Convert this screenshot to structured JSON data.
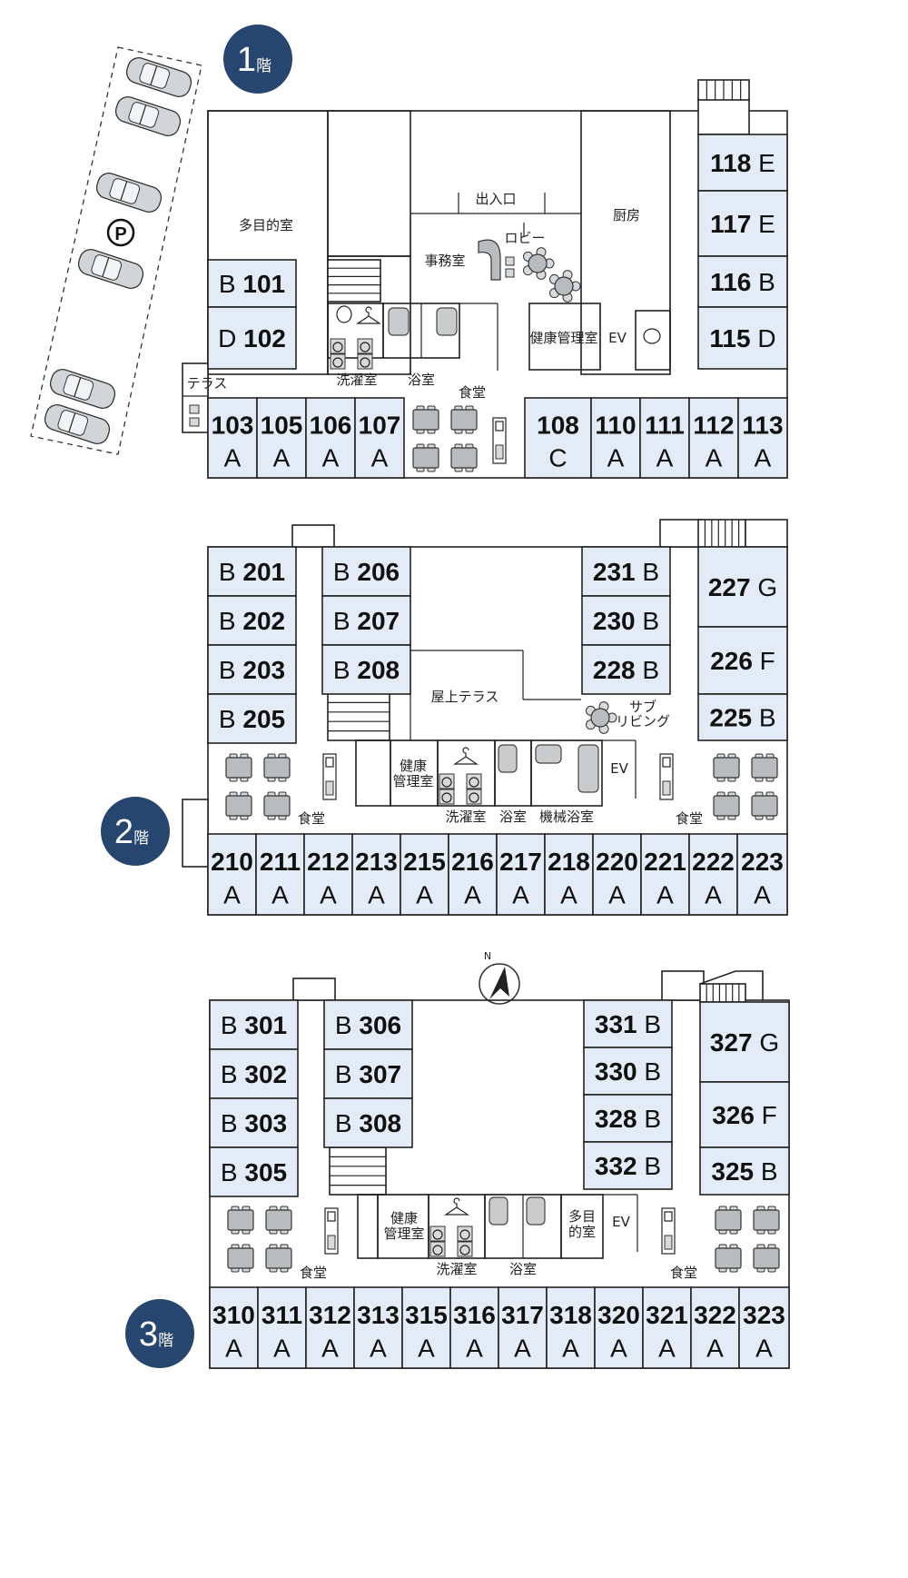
{
  "floors": [
    {
      "badge": {
        "number": "1",
        "suffix": "階"
      },
      "labels": {
        "multipurpose": "多目的室",
        "office": "事務室",
        "entrance": "出入口",
        "lobby": "ロビー",
        "kitchen": "厨房",
        "health": "健康管理室",
        "ev": "EV",
        "laundry": "洗濯室",
        "bath": "浴室",
        "dining": "食堂",
        "terrace": "テラス"
      },
      "rooms": [
        {
          "num": "101",
          "type": "B"
        },
        {
          "num": "102",
          "type": "D"
        },
        {
          "num": "118",
          "type": "E"
        },
        {
          "num": "117",
          "type": "E"
        },
        {
          "num": "116",
          "type": "B"
        },
        {
          "num": "115",
          "type": "D"
        },
        {
          "num": "103",
          "type": "A"
        },
        {
          "num": "105",
          "type": "A"
        },
        {
          "num": "106",
          "type": "A"
        },
        {
          "num": "107",
          "type": "A"
        },
        {
          "num": "108",
          "type": "C"
        },
        {
          "num": "110",
          "type": "A"
        },
        {
          "num": "111",
          "type": "A"
        },
        {
          "num": "112",
          "type": "A"
        },
        {
          "num": "113",
          "type": "A"
        }
      ]
    },
    {
      "badge": {
        "number": "2",
        "suffix": "階"
      },
      "labels": {
        "roof_terrace": "屋上テラス",
        "sub_living": "サブ\nリビング",
        "health": "健康\n管理室",
        "laundry": "洗濯室",
        "bath": "浴室",
        "mech_bath": "機械浴室",
        "ev": "EV",
        "dining_left": "食堂",
        "dining_right": "食堂"
      },
      "rooms": [
        {
          "num": "201",
          "type": "B"
        },
        {
          "num": "202",
          "type": "B"
        },
        {
          "num": "203",
          "type": "B"
        },
        {
          "num": "205",
          "type": "B"
        },
        {
          "num": "206",
          "type": "B"
        },
        {
          "num": "207",
          "type": "B"
        },
        {
          "num": "208",
          "type": "B"
        },
        {
          "num": "231",
          "type": "B"
        },
        {
          "num": "230",
          "type": "B"
        },
        {
          "num": "228",
          "type": "B"
        },
        {
          "num": "227",
          "type": "G"
        },
        {
          "num": "226",
          "type": "F"
        },
        {
          "num": "225",
          "type": "B"
        },
        {
          "num": "210",
          "type": "A"
        },
        {
          "num": "211",
          "type": "A"
        },
        {
          "num": "212",
          "type": "A"
        },
        {
          "num": "213",
          "type": "A"
        },
        {
          "num": "215",
          "type": "A"
        },
        {
          "num": "216",
          "type": "A"
        },
        {
          "num": "217",
          "type": "A"
        },
        {
          "num": "218",
          "type": "A"
        },
        {
          "num": "220",
          "type": "A"
        },
        {
          "num": "221",
          "type": "A"
        },
        {
          "num": "222",
          "type": "A"
        },
        {
          "num": "223",
          "type": "A"
        }
      ]
    },
    {
      "badge": {
        "number": "3",
        "suffix": "階"
      },
      "labels": {
        "health": "健康\n管理室",
        "laundry": "洗濯室",
        "bath": "浴室",
        "multipurpose": "多目\n的室",
        "ev": "EV",
        "dining_left": "食堂",
        "dining_right": "食堂"
      },
      "rooms": [
        {
          "num": "301",
          "type": "B"
        },
        {
          "num": "302",
          "type": "B"
        },
        {
          "num": "303",
          "type": "B"
        },
        {
          "num": "305",
          "type": "B"
        },
        {
          "num": "306",
          "type": "B"
        },
        {
          "num": "307",
          "type": "B"
        },
        {
          "num": "308",
          "type": "B"
        },
        {
          "num": "331",
          "type": "B"
        },
        {
          "num": "330",
          "type": "B"
        },
        {
          "num": "328",
          "type": "B"
        },
        {
          "num": "332",
          "type": "B"
        },
        {
          "num": "327",
          "type": "G"
        },
        {
          "num": "326",
          "type": "F"
        },
        {
          "num": "325",
          "type": "B"
        },
        {
          "num": "310",
          "type": "A"
        },
        {
          "num": "311",
          "type": "A"
        },
        {
          "num": "312",
          "type": "A"
        },
        {
          "num": "313",
          "type": "A"
        },
        {
          "num": "315",
          "type": "A"
        },
        {
          "num": "316",
          "type": "A"
        },
        {
          "num": "317",
          "type": "A"
        },
        {
          "num": "318",
          "type": "A"
        },
        {
          "num": "320",
          "type": "A"
        },
        {
          "num": "321",
          "type": "A"
        },
        {
          "num": "322",
          "type": "A"
        },
        {
          "num": "323",
          "type": "A"
        }
      ]
    }
  ],
  "parking_symbol": "P",
  "compass_label": "N",
  "icons": [
    "car-icon",
    "parking-icon",
    "compass-icon",
    "dining-table-icon",
    "washing-machine-icon",
    "hanger-icon",
    "toilet-icon",
    "bathtub-icon",
    "stairs-icon",
    "round-table-icon"
  ],
  "colors": {
    "room_fill": "#e2ebf6",
    "badge": "#27466f",
    "line": "#222222"
  }
}
